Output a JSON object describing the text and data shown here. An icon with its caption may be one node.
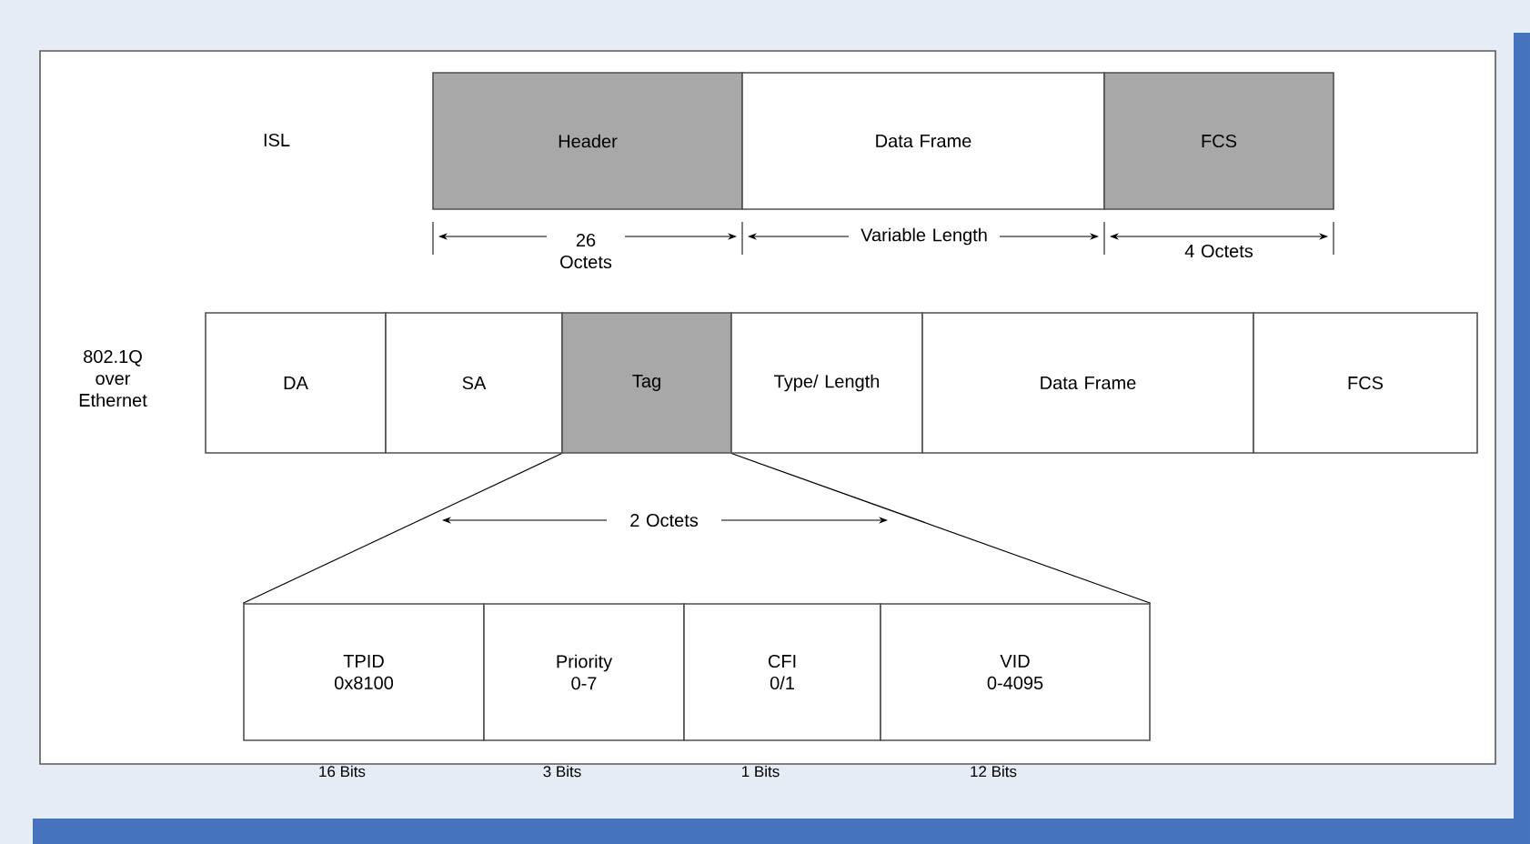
{
  "diagram": {
    "nodes": [
      {
        "text": [
          "Header"
        ]
      },
      {
        "text": [
          "Data Frame"
        ]
      },
      {
        "text": [
          "FCS"
        ]
      },
      {
        "text": [
          "DA"
        ]
      },
      {
        "text": [
          "SA"
        ]
      },
      {
        "text": [
          "Tag"
        ]
      },
      {
        "text": [
          "Type/ Length"
        ]
      },
      {
        "text": [
          "Data Frame"
        ]
      },
      {
        "text": [
          "FCS"
        ]
      },
      {
        "text": [
          "TPID",
          "0x8100"
        ],
        "beside": [
          "16 Bits"
        ]
      },
      {
        "text": [
          "Priority",
          "0-7"
        ],
        "beside": [
          "3 Bits"
        ]
      },
      {
        "text": [
          "CFI",
          "0/1"
        ],
        "beside": [
          "1 Bits"
        ]
      },
      {
        "text": [
          "VID",
          "0-4095"
        ],
        "beside": [
          "12 Bits"
        ]
      }
    ],
    "edges": [
      {
        "from": 5,
        "to": 9,
        "arrow": "none"
      },
      {
        "from": 5,
        "to": 12,
        "arrow": "none"
      }
    ],
    "labels": [
      "ISL",
      "26 Octets",
      "Variable Length",
      "4 Octets",
      "802.1Q over Ethernet",
      "2 Octets"
    ]
  }
}
